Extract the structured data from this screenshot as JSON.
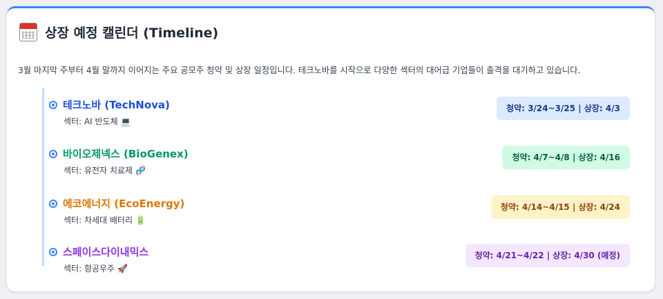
{
  "header": {
    "icon": "calendar-icon",
    "title": "상장 예정 캘린더 (Timeline)"
  },
  "description": "3월 마지막 주부터 4월 말까지 이어지는 주요 공모주 청약 및 상장 일정입니다. 테크노바를 시작으로 다양한 섹터의 대어급 기업들이 출격을 대기하고 있습니다.",
  "items": [
    {
      "name": "테크노바 (TechNova)",
      "sector": "섹터: AI 반도체",
      "sector_emoji": "💻",
      "schedule": "청약: 3/24~3/25 | 상장: 4/3",
      "name_color": "#1d4ed8",
      "badge_bg": "#dbeafe",
      "badge_color": "#1e3a8a"
    },
    {
      "name": "바이오제넥스 (BioGenex)",
      "sector": "섹터: 유전자 치료제",
      "sector_emoji": "🧬",
      "schedule": "청약: 4/7~4/8 | 상장: 4/16",
      "name_color": "#059669",
      "badge_bg": "#d1fae5",
      "badge_color": "#065f46"
    },
    {
      "name": "에코에너지 (EcoEnergy)",
      "sector": "섹터: 차세대 배터리",
      "sector_emoji": "🔋",
      "schedule": "청약: 4/14~4/15 | 상장: 4/24",
      "name_color": "#d97706",
      "badge_bg": "#fef3c7",
      "badge_color": "#92400e"
    },
    {
      "name": "스페이스다이내믹스",
      "sector": "섹터: 항공우주",
      "sector_emoji": "🚀",
      "schedule": "청약: 4/21~4/22 | 상장: 4/30 (예정)",
      "name_color": "#9333ea",
      "badge_bg": "#f3e8ff",
      "badge_color": "#6b21a8"
    }
  ]
}
